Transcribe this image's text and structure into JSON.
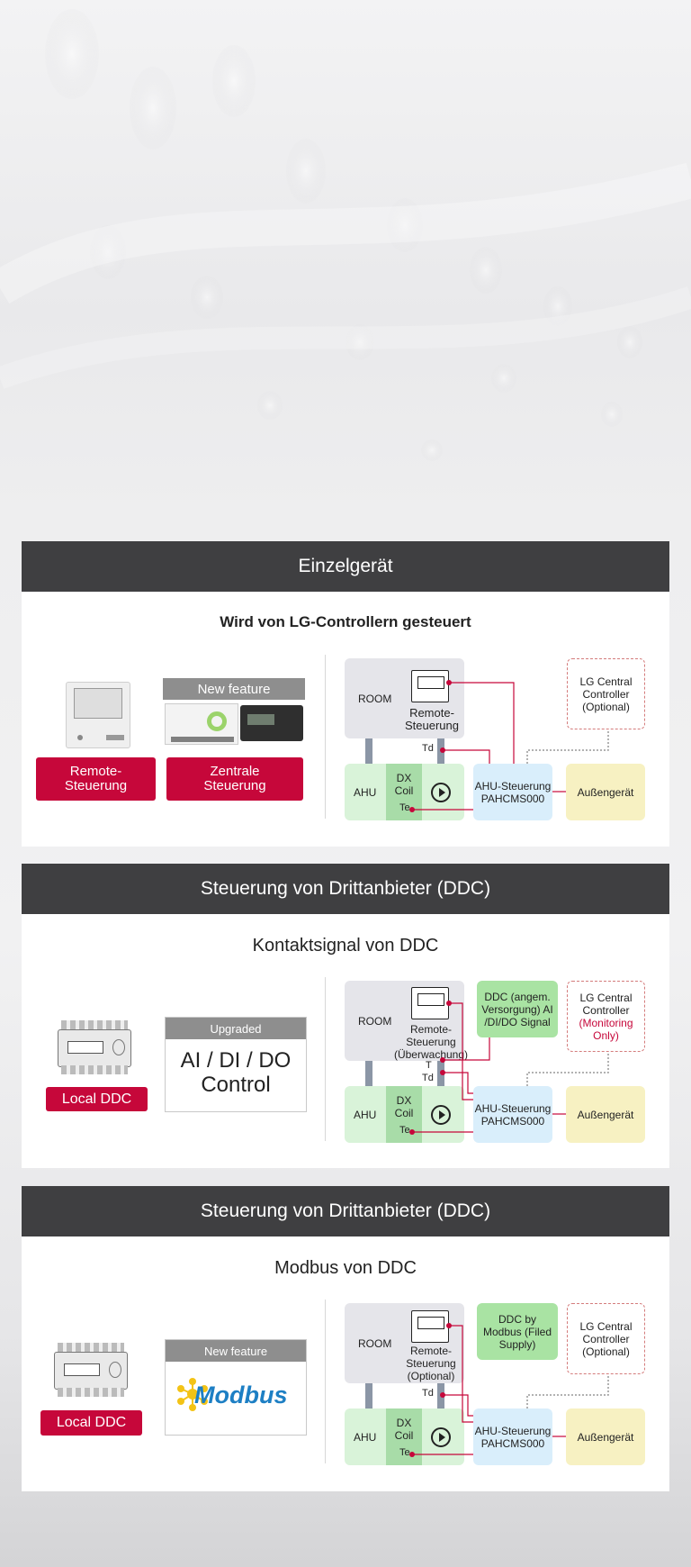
{
  "panels": [
    {
      "header": "Einzelgerät",
      "subtitle": "Wird von LG-Controllern gesteuert",
      "left": {
        "feature_label": "New feature",
        "btn1": "Remote-Steuerung",
        "btn2": "Zentrale Steuerung"
      },
      "diagram": {
        "room": "ROOM",
        "remote": "Remote-Steuerung",
        "lg": "LG Central Controller (Optional)",
        "ahu": "AHU",
        "coil": "DX Coil",
        "ctrl": "AHU-Steuerung PAHCMS000",
        "out": "Außengerät",
        "td": "Td",
        "te": "Te"
      }
    },
    {
      "header": "Steuerung von Drittanbieter (DDC)",
      "subtitle": "Kontaktsignal von DDC",
      "left": {
        "ddc_label": "Local DDC",
        "card_head": "Upgraded",
        "card_body": "AI / DI / DO Control"
      },
      "diagram": {
        "room": "ROOM",
        "remote": "Remote-Steuerung (Überwachung)",
        "ddc": "DDC (angem. Versorgung) AI /DI/DO Signal",
        "lg_line1": "LG Central Controller",
        "lg_line2": "(Monitoring Only)",
        "ahu": "AHU",
        "coil": "DX Coil",
        "ctrl": "AHU-Steuerung PAHCMS000",
        "out": "Außengerät",
        "t": "T",
        "td": "Td",
        "te": "Te"
      }
    },
    {
      "header": "Steuerung von Drittanbieter (DDC)",
      "subtitle": "Modbus von DDC",
      "left": {
        "ddc_label": "Local DDC",
        "card_head": "New feature",
        "logo_text": "Modbus"
      },
      "diagram": {
        "room": "ROOM",
        "remote": "Remote-Steuerung (Optional)",
        "ddc": "DDC by Modbus (Filed Supply)",
        "lg": "LG Central Controller (Optional)",
        "ahu": "AHU",
        "coil": "DX Coil",
        "ctrl": "AHU-Steuerung PAHCMS000",
        "out": "Außengerät",
        "td": "Td",
        "te": "Te"
      }
    }
  ],
  "colors": {
    "accent": "#c6073a",
    "header_bg": "#3f3f41",
    "wire": "#c6073a",
    "dotted": "#999999"
  }
}
